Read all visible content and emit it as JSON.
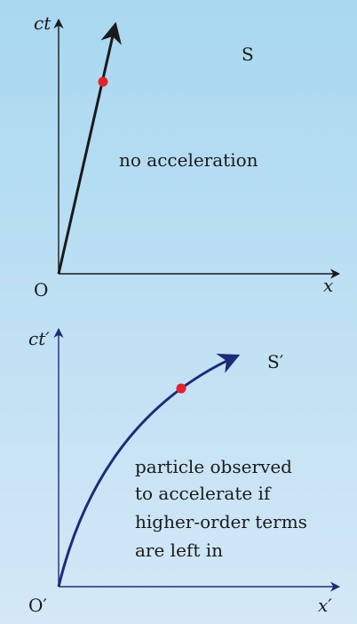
{
  "top_panel": {
    "time_axis": "ct",
    "space_axis": "x",
    "origin": "O",
    "frame": "S",
    "note": "no acceleration"
  },
  "bottom_panel": {
    "time_axis": "ct′",
    "space_axis": "x′",
    "origin": "O′",
    "frame": "S′",
    "note_lines": [
      "particle observed",
      "to accelerate if",
      "higher-order terms",
      "are left in"
    ]
  },
  "colors": {
    "background_top": "#a8d8f0",
    "background_bottom": "#d4e8f7",
    "top_axes": "#1a1a1a",
    "bottom_axes": "#1f2a7a",
    "particle": "#e8202a"
  }
}
